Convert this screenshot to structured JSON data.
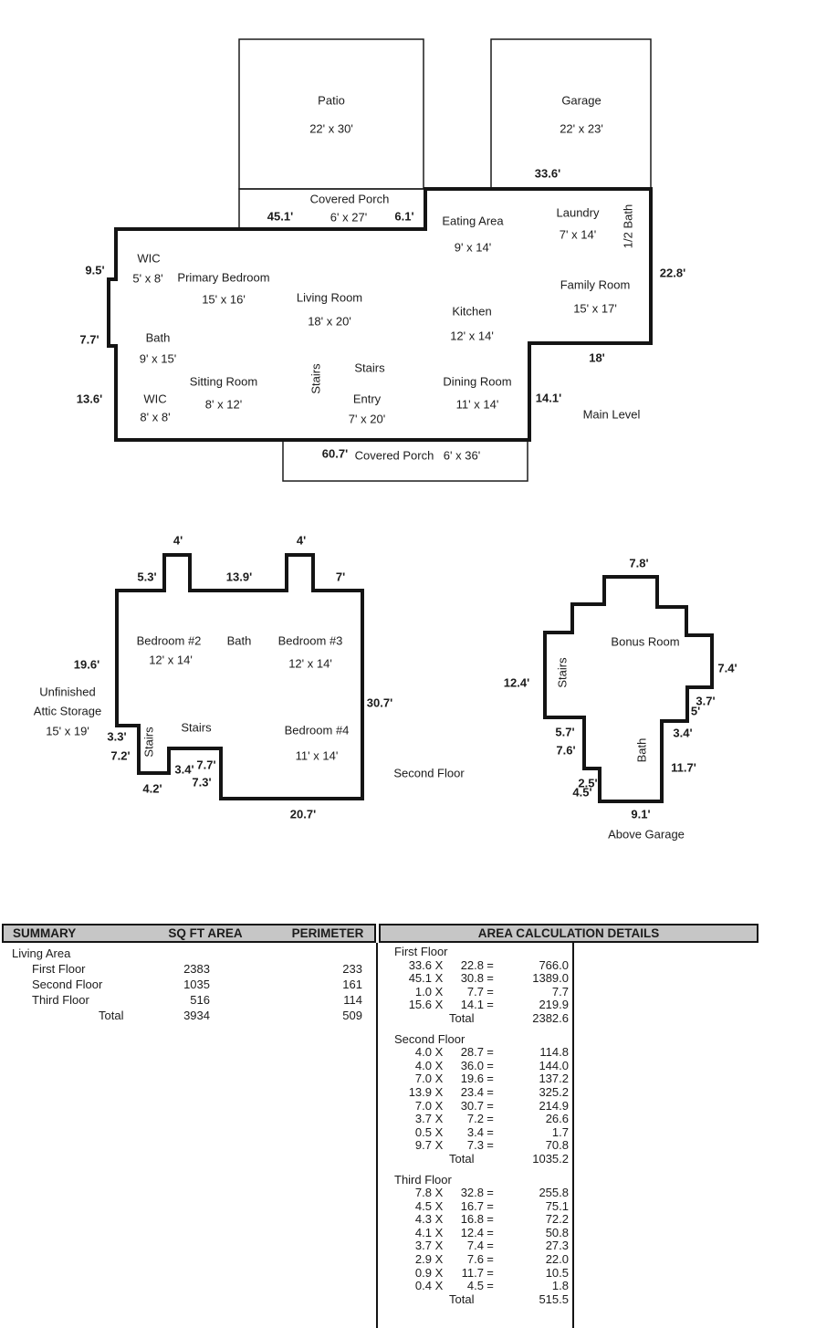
{
  "main_level": {
    "caption": "Main Level",
    "patio": {
      "name": "Patio",
      "dims": "22' x 30'"
    },
    "garage": {
      "name": "Garage",
      "dims": "22' x 23'"
    },
    "covered_porch_top": {
      "name": "Covered Porch",
      "dims": "6' x 27'"
    },
    "covered_porch_bottom": {
      "name": "Covered Porch",
      "dims": "6' x 36'"
    },
    "eating_area": {
      "name": "Eating Area",
      "dims": "9' x 14'"
    },
    "laundry": {
      "name": "Laundry",
      "dims": "7' x 14'"
    },
    "half_bath": {
      "name": "1/2 Bath"
    },
    "family_room": {
      "name": "Family Room",
      "dims": "15' x 17'"
    },
    "kitchen": {
      "name": "Kitchen",
      "dims": "12' x 14'"
    },
    "dining_room": {
      "name": "Dining Room",
      "dims": "11' x 14'"
    },
    "living_room": {
      "name": "Living Room",
      "dims": "18' x 20'"
    },
    "primary_bedroom": {
      "name": "Primary Bedroom",
      "dims": "15' x 16'"
    },
    "wic_upper": {
      "name": "WIC",
      "dims": "5' x 8'"
    },
    "bath": {
      "name": "Bath",
      "dims": "9' x 15'"
    },
    "sitting_room": {
      "name": "Sitting Room",
      "dims": "8' x 12'"
    },
    "wic_lower": {
      "name": "WIC",
      "dims": "8' x 8'"
    },
    "entry": {
      "name": "Entry",
      "dims": "7' x 20'"
    },
    "stairs_vertical": "Stairs",
    "stairs_horizontal": "Stairs",
    "dims": {
      "d45_1": "45.1'",
      "d6_1": "6.1'",
      "d33_6": "33.6'",
      "d22_8": "22.8'",
      "d9_5": "9.5'",
      "d7_7": "7.7'",
      "d13_6": "13.6'",
      "d18": "18'",
      "d14_1": "14.1'",
      "d60_7": "60.7'"
    }
  },
  "second_floor": {
    "caption": "Second Floor",
    "bedroom_2": {
      "name": "Bedroom #2",
      "dims": "12' x 14'"
    },
    "bath": "Bath",
    "bedroom_3": {
      "name": "Bedroom #3",
      "dims": "12' x 14'"
    },
    "bedroom_4": {
      "name": "Bedroom #4",
      "dims": "11' x 14'"
    },
    "attic": {
      "line1": "Unfinished",
      "line2": "Attic Storage",
      "dims": "15' x 19'"
    },
    "stairs_vertical": "Stairs",
    "stairs_horizontal": "Stairs",
    "dims": {
      "d4_left": "4'",
      "d4_right": "4'",
      "d5_3": "5.3'",
      "d13_9": "13.9'",
      "d7": "7'",
      "d19_6": "19.6'",
      "d30_7": "30.7'",
      "d3_3": "3.3'",
      "d7_2": "7.2'",
      "d3_4": "3.4'",
      "d7_7": "7.7'",
      "d7_3": "7.3'",
      "d4_2": "4.2'",
      "d20_7": "20.7'"
    }
  },
  "above_garage": {
    "caption": "Above Garage",
    "bonus_room": "Bonus Room",
    "bath": "Bath",
    "stairs": "Stairs",
    "dims": {
      "d7_8": "7.8'",
      "d12_4": "12.4'",
      "d7_4": "7.4'",
      "d3_7": "3.7'",
      "d5": "5'",
      "d5_7": "5.7'",
      "d7_6": "7.6'",
      "d3_4": "3.4'",
      "d11_7": "11.7'",
      "d2_5": "2.5'",
      "d4_5": "4.5'",
      "d9_1": "9.1'"
    }
  },
  "table": {
    "headers": {
      "summary": "SUMMARY",
      "sqft": "SQ FT AREA",
      "perimeter": "PERIMETER",
      "details": "AREA CALCULATION DETAILS"
    },
    "summary": {
      "group": "Living Area",
      "rows": [
        {
          "label": "First Floor",
          "sqft": "2383",
          "perimeter": "233"
        },
        {
          "label": "Second Floor",
          "sqft": "1035",
          "perimeter": "161"
        },
        {
          "label": "Third Floor",
          "sqft": "516",
          "perimeter": "114"
        }
      ],
      "total_label": "Total",
      "total_sqft": "3934",
      "total_perimeter": "509"
    },
    "calc": {
      "times": "X",
      "equals": "=",
      "total_label": "Total",
      "sections": [
        {
          "title": "First Floor",
          "rows": [
            [
              "33.6",
              "22.8",
              "766.0"
            ],
            [
              "45.1",
              "30.8",
              "1389.0"
            ],
            [
              "1.0",
              "7.7",
              "7.7"
            ],
            [
              "15.6",
              "14.1",
              "219.9"
            ]
          ],
          "total": "2382.6"
        },
        {
          "title": "Second Floor",
          "rows": [
            [
              "4.0",
              "28.7",
              "114.8"
            ],
            [
              "4.0",
              "36.0",
              "144.0"
            ],
            [
              "7.0",
              "19.6",
              "137.2"
            ],
            [
              "13.9",
              "23.4",
              "325.2"
            ],
            [
              "7.0",
              "30.7",
              "214.9"
            ],
            [
              "3.7",
              "7.2",
              "26.6"
            ],
            [
              "0.5",
              "3.4",
              "1.7"
            ],
            [
              "9.7",
              "7.3",
              "70.8"
            ]
          ],
          "total": "1035.2"
        },
        {
          "title": "Third Floor",
          "rows": [
            [
              "7.8",
              "32.8",
              "255.8"
            ],
            [
              "4.5",
              "16.7",
              "75.1"
            ],
            [
              "4.3",
              "16.8",
              "72.2"
            ],
            [
              "4.1",
              "12.4",
              "50.8"
            ],
            [
              "3.7",
              "7.4",
              "27.3"
            ],
            [
              "2.9",
              "7.6",
              "22.0"
            ],
            [
              "0.9",
              "11.7",
              "10.5"
            ],
            [
              "0.4",
              "4.5",
              "1.8"
            ]
          ],
          "total": "515.5"
        }
      ]
    }
  }
}
